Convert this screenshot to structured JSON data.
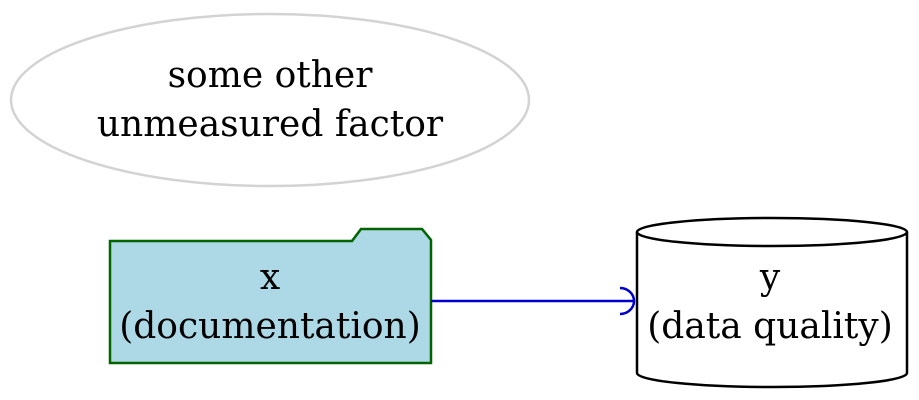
{
  "diagram": {
    "nodes": {
      "unmeasured": {
        "shape": "ellipse",
        "line1": "some other",
        "line2": "unmeasured factor",
        "stroke": "#d3d3d3",
        "fill": "#ffffff"
      },
      "x": {
        "shape": "folder",
        "line1": "x",
        "line2": "(documentation)",
        "stroke": "#006400",
        "fill": "#add8e6"
      },
      "y": {
        "shape": "cylinder",
        "line1": "y",
        "line2": "(data quality)",
        "stroke": "#000000",
        "fill": "#ffffff"
      }
    },
    "edges": [
      {
        "from": "x",
        "to": "y",
        "color": "#0000cd",
        "arrowhead": "curve"
      }
    ]
  }
}
